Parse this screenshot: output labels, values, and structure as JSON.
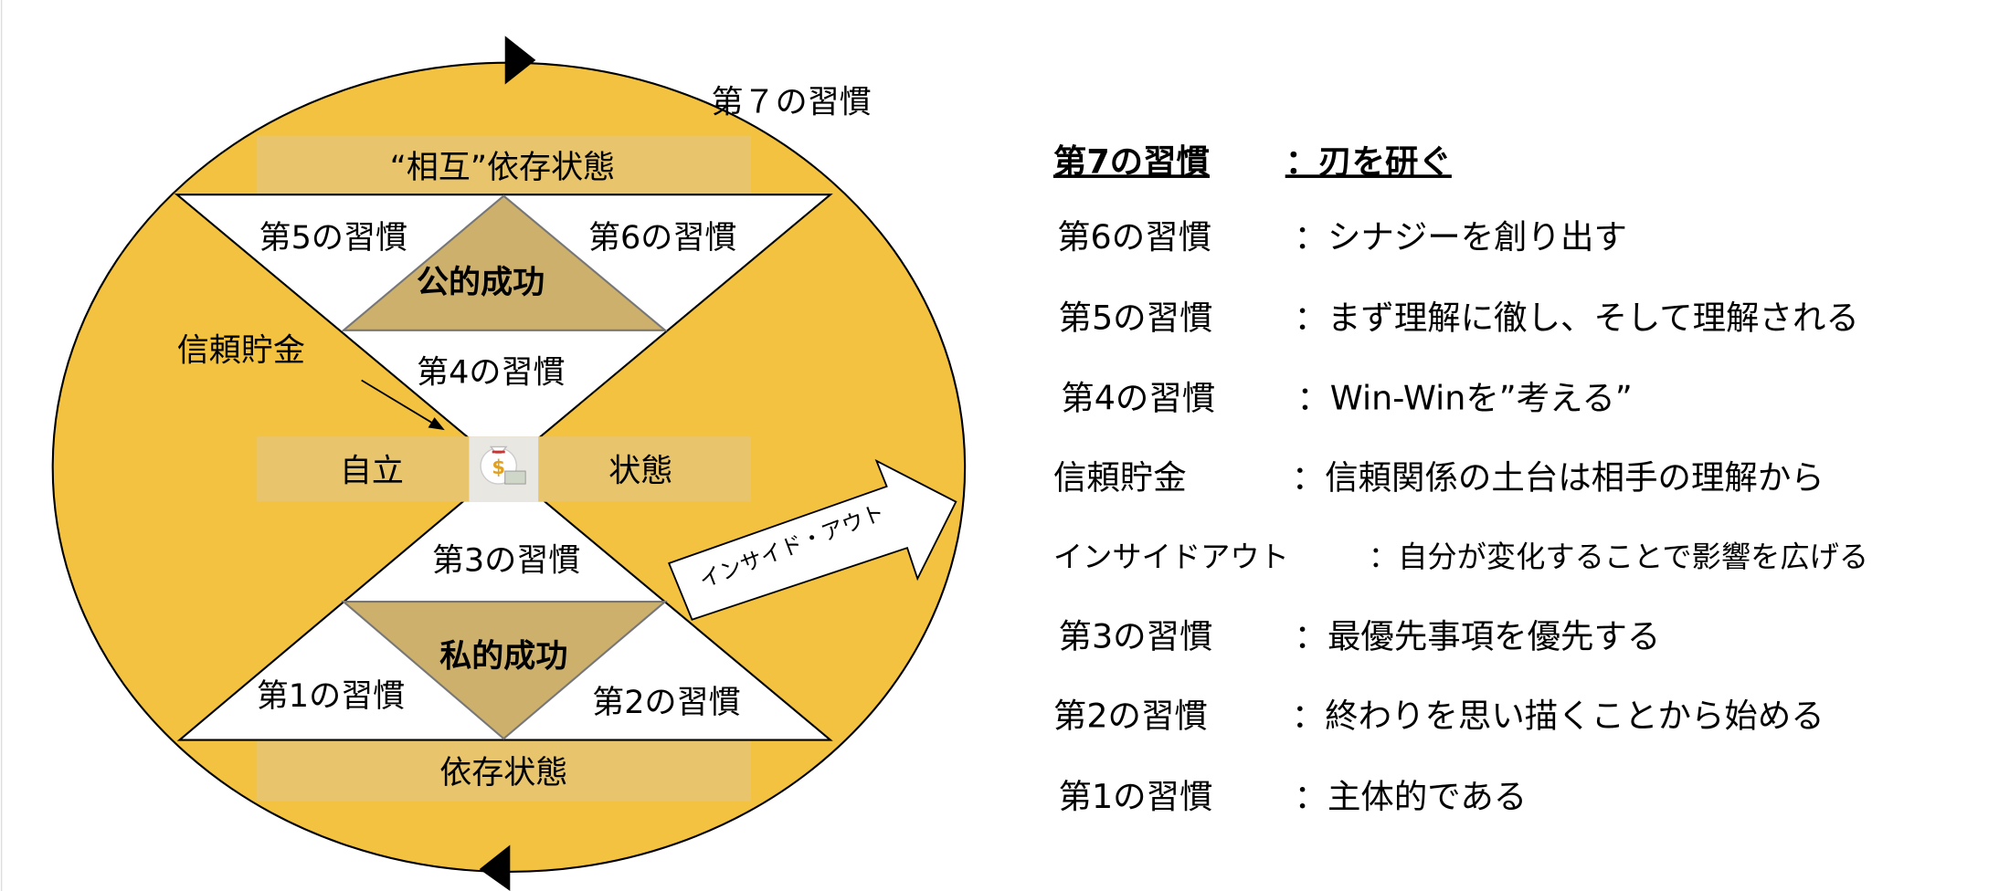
{
  "diagram": {
    "habit7_label": "第７の習慣",
    "interdependence": "“相互”依存状態",
    "habit5": "第5の習慣",
    "habit6": "第6の習慣",
    "public_victory": "公的成功",
    "habit4": "第4の習慣",
    "trust_account": "信頼貯金",
    "independence_left": "自立",
    "independence_right": "状態",
    "habit3": "第3の習慣",
    "private_victory": "私的成功",
    "habit1": "第1の習慣",
    "habit2": "第2の習慣",
    "dependence": "依存状態",
    "inside_out": "インサイド・アウト",
    "money_icon": "money-bag-icon",
    "colors": {
      "circle": "#F2C240",
      "band": "#E8C46C",
      "victory": "#CDB06B"
    }
  },
  "legend": [
    {
      "label": "第7の習慣",
      "desc": "：刃を研ぐ"
    },
    {
      "label": "第6の習慣",
      "desc": "：シナジーを創り出す"
    },
    {
      "label": "第5の習慣",
      "desc": "：まず理解に徹し、そして理解される"
    },
    {
      "label": "第4の習慣",
      "desc": "：Win-Winを”考える”"
    },
    {
      "label": "信頼貯金",
      "desc": "：信頼関係の土台は相手の理解から"
    },
    {
      "label": "インサイドアウト",
      "desc": "：自分が変化することで影響を広げる"
    },
    {
      "label": "第3の習慣",
      "desc": "：最優先事項を優先する"
    },
    {
      "label": "第2の習慣",
      "desc": "：終わりを思い描くことから始める"
    },
    {
      "label": "第1の習慣",
      "desc": "：主体的である"
    }
  ]
}
